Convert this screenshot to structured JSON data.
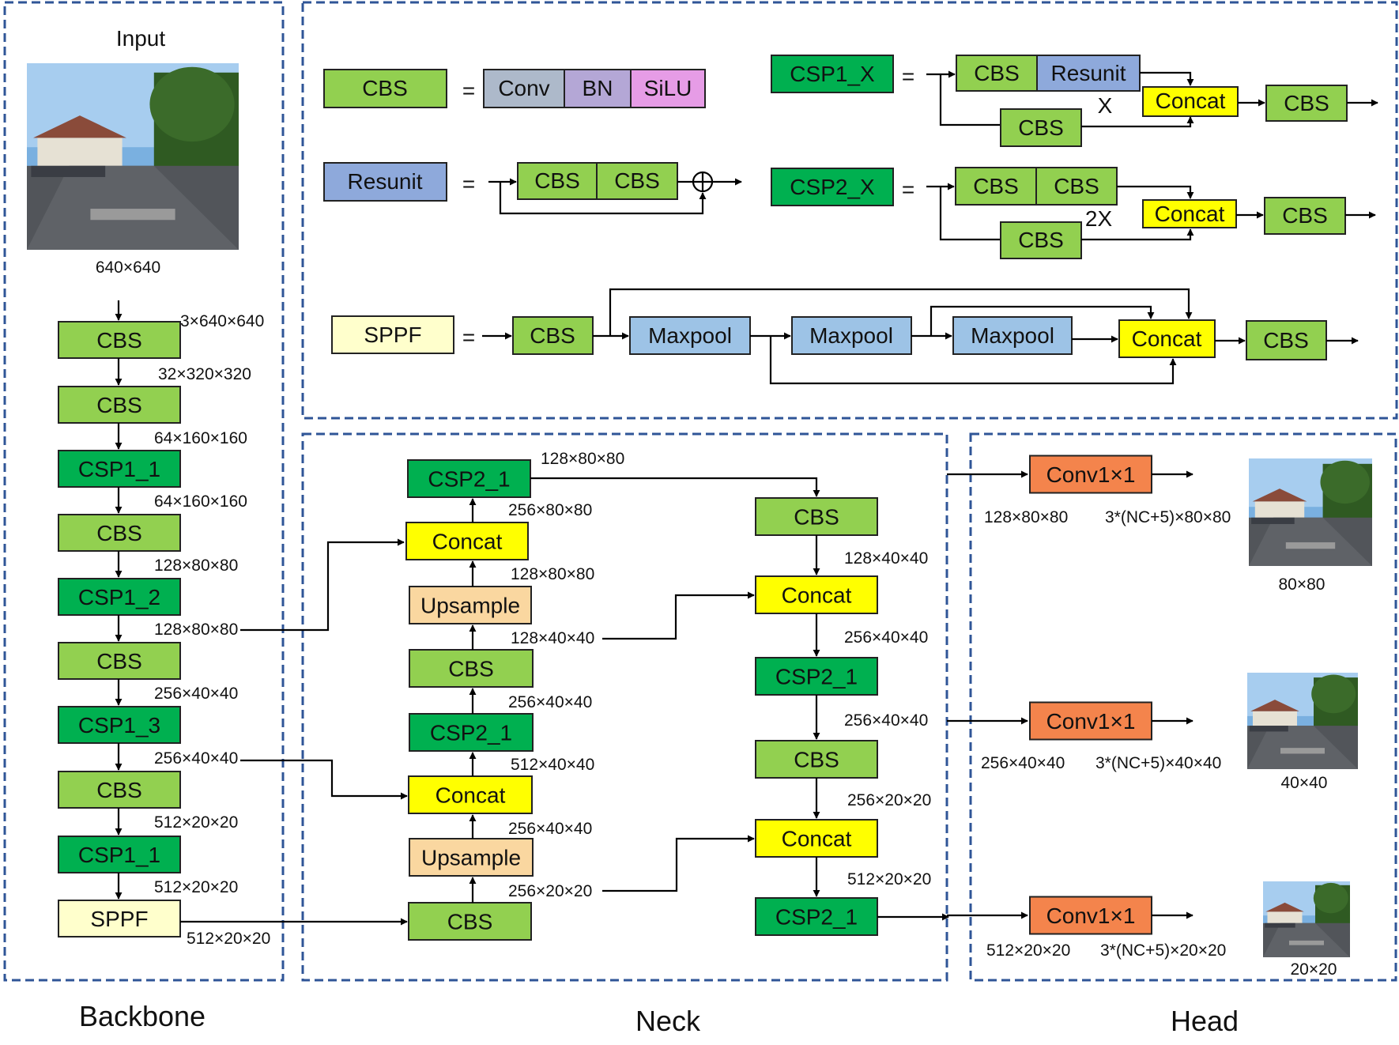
{
  "colors": {
    "cbs": "#92D050",
    "csp": "#00B050",
    "concat": "#FFFF00",
    "upsample": "#FAD7A0",
    "sppf": "#FFFFCC",
    "resunit": "#8EA9DB",
    "maxpool": "#9DC3E6",
    "conv": "#ADB9CA",
    "bn": "#B4A7D6",
    "silu": "#E69CE6",
    "conv1x1": "#F4844C",
    "panel_border": "#2F5597"
  },
  "sections": {
    "backbone": "Backbone",
    "neck": "Neck",
    "head": "Head"
  },
  "backbone": {
    "input_title": "Input",
    "input_size": "640×640",
    "blocks": [
      "CBS",
      "CBS",
      "CSP1_1",
      "CBS",
      "CSP1_2",
      "CBS",
      "CSP1_3",
      "CBS",
      "CSP1_1",
      "SPPF"
    ],
    "dims": [
      "3×640×640",
      "32×320×320",
      "64×160×160",
      "64×160×160",
      "128×80×80",
      "128×80×80",
      "256×40×40",
      "256×40×40",
      "512×20×20",
      "512×20×20",
      "512×20×20"
    ]
  },
  "legend": {
    "eq": "=",
    "cbs": {
      "name": "CBS",
      "parts": [
        "Conv",
        "BN",
        "SiLU"
      ]
    },
    "resunit": {
      "name": "Resunit",
      "parts": [
        "CBS",
        "CBS"
      ]
    },
    "csp1": {
      "name": "CSP1_X",
      "b1": "CBS",
      "b2": "Resunit",
      "mult": "X",
      "bottom": "CBS",
      "concat": "Concat",
      "out": "CBS"
    },
    "csp2": {
      "name": "CSP2_X",
      "b1": "CBS",
      "b2": "CBS",
      "mult": "2X",
      "bottom": "CBS",
      "concat": "Concat",
      "out": "CBS"
    },
    "sppf": {
      "name": "SPPF",
      "cbs": "CBS",
      "pools": [
        "Maxpool",
        "Maxpool",
        "Maxpool"
      ],
      "concat": "Concat",
      "out": "CBS"
    }
  },
  "neck": {
    "col1": [
      "CSP2_1",
      "Concat",
      "Upsample",
      "CBS",
      "CSP2_1",
      "Concat",
      "Upsample",
      "CBS"
    ],
    "col1_dims": [
      "128×80×80",
      "256×80×80",
      "128×80×80",
      "128×40×40",
      "256×40×40",
      "512×40×40",
      "256×40×40",
      "256×20×20"
    ],
    "col2": [
      "CBS",
      "Concat",
      "CSP2_1",
      "CBS",
      "Concat",
      "CSP2_1"
    ],
    "col2_dims": [
      "128×40×40",
      "256×40×40",
      "256×40×40",
      "256×20×20",
      "512×20×20"
    ]
  },
  "head": {
    "conv_label": "Conv1×1",
    "in_dims": [
      "128×80×80",
      "256×40×40",
      "512×20×20"
    ],
    "out_dims": [
      "3*(NC+5)×80×80",
      "3*(NC+5)×40×40",
      "3*(NC+5)×20×20"
    ],
    "sizes": [
      "80×80",
      "40×40",
      "20×20"
    ]
  }
}
